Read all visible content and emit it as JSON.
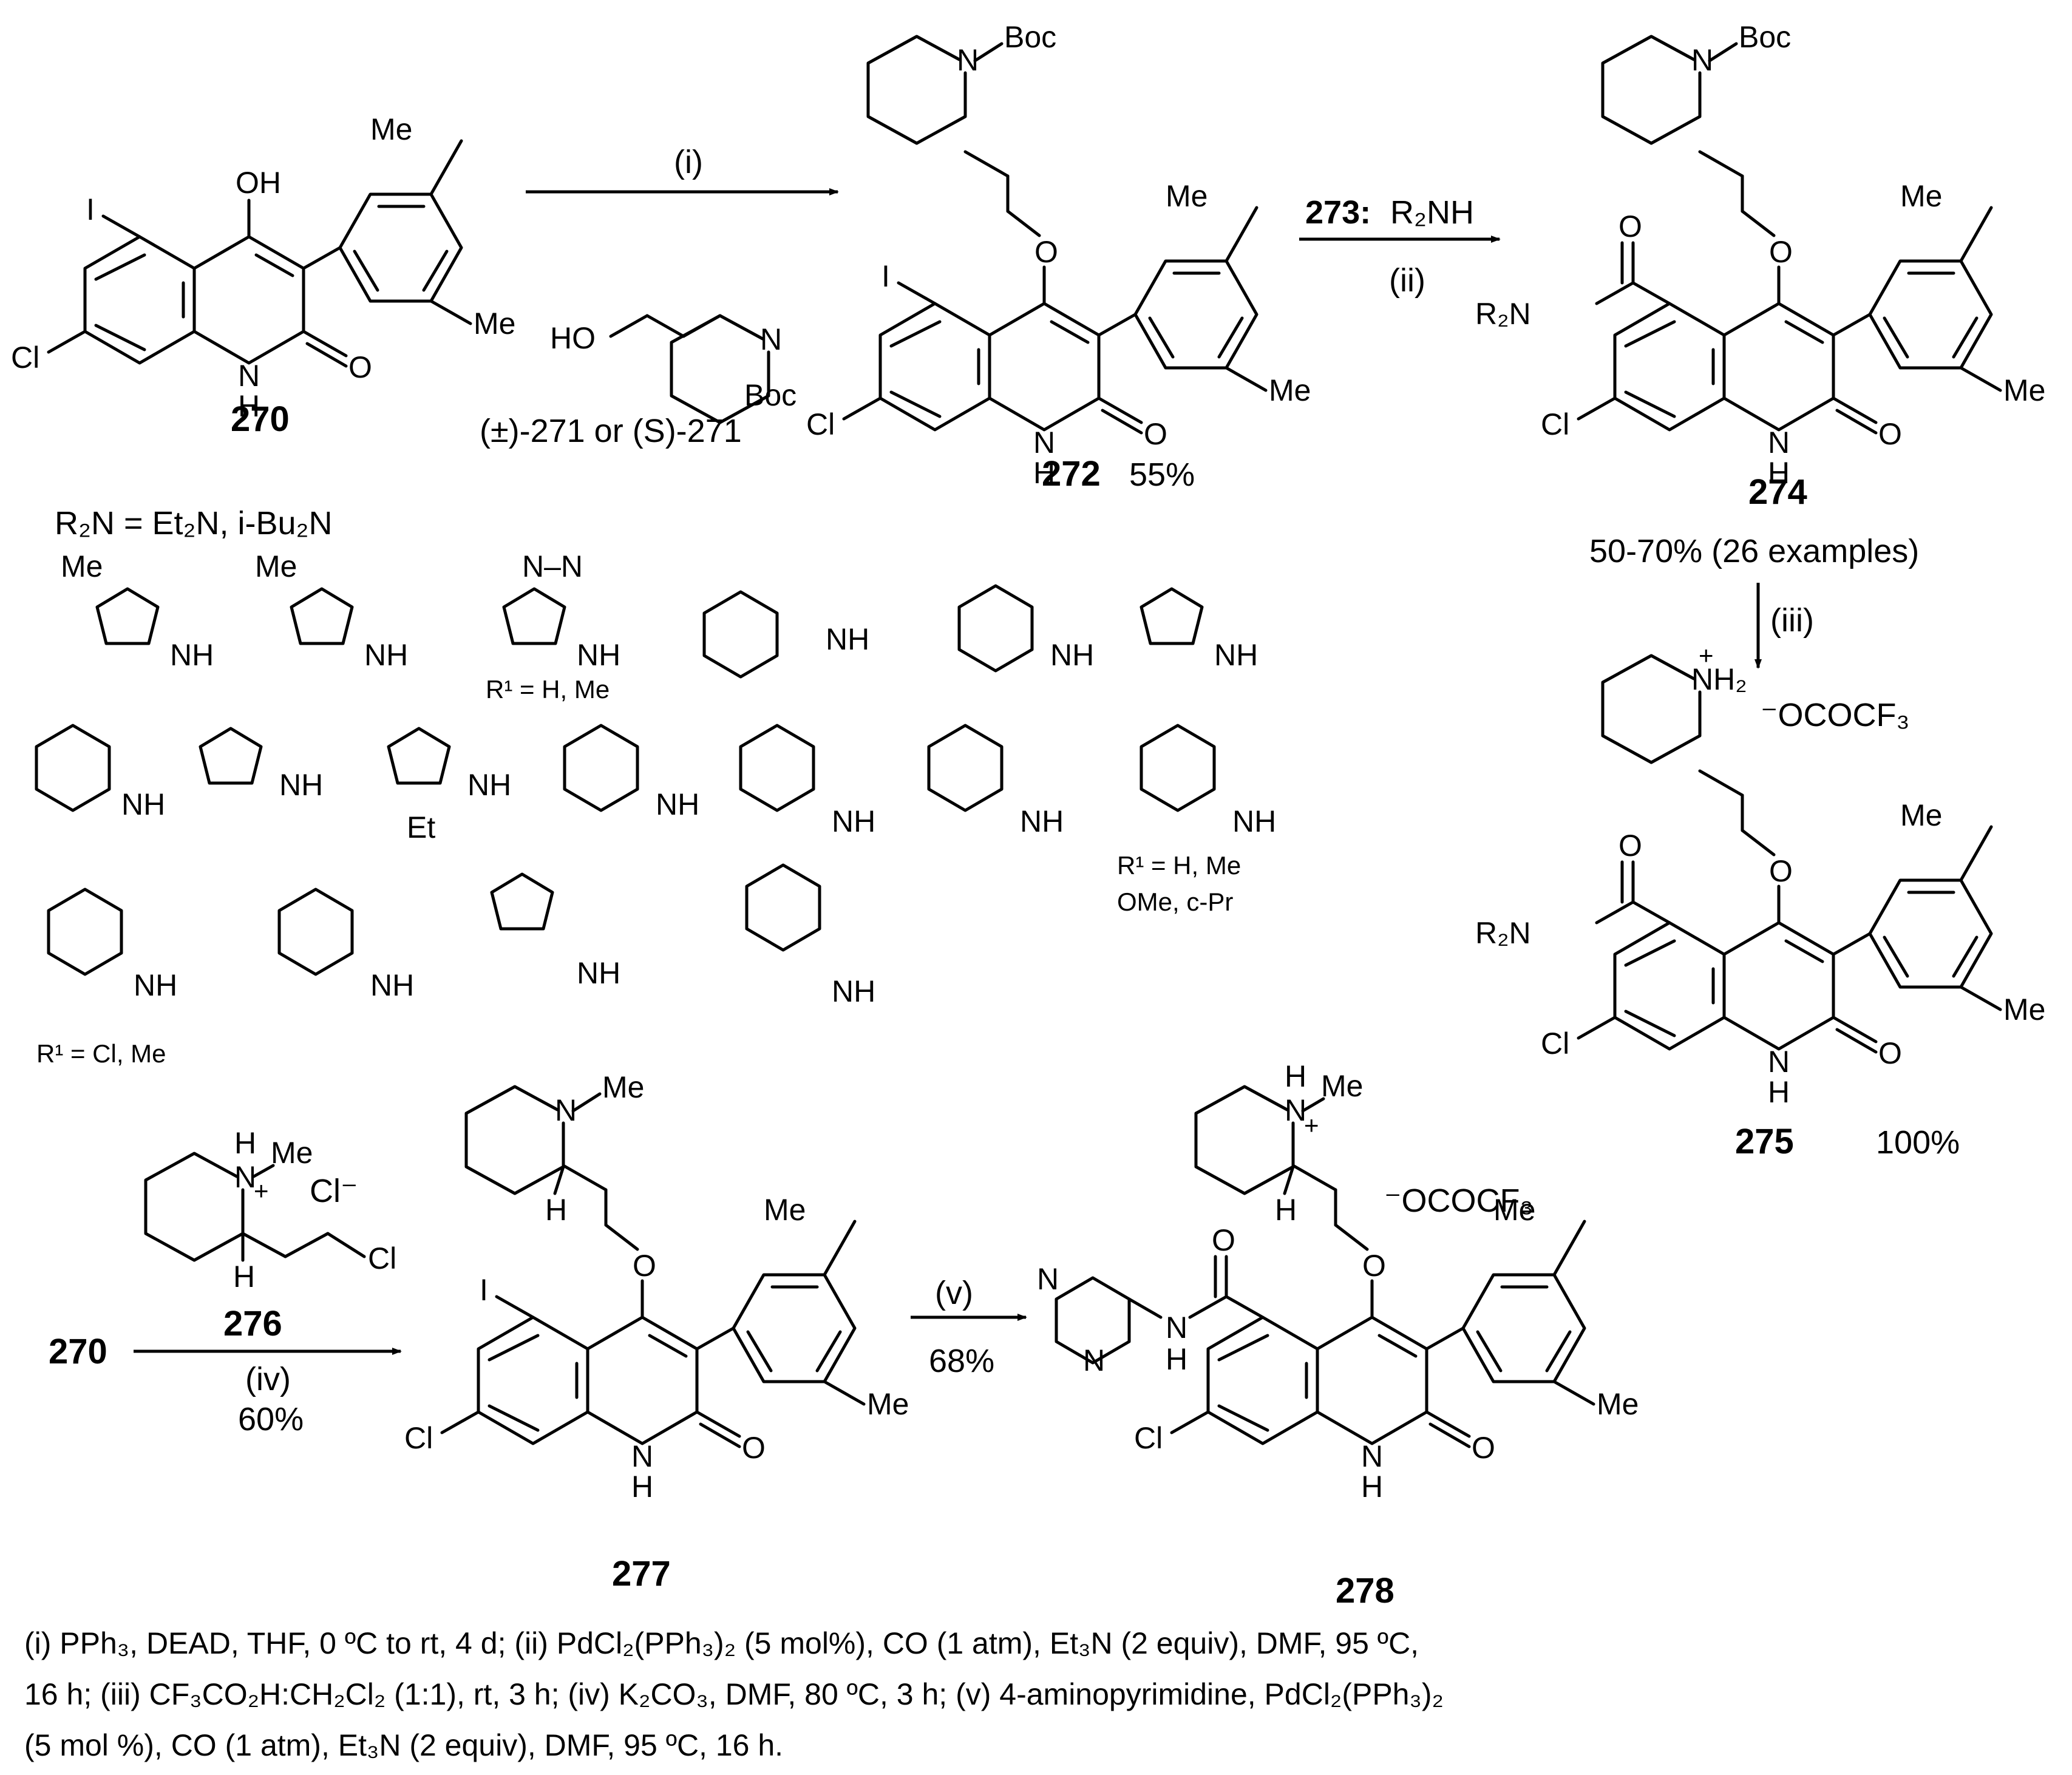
{
  "compounds": {
    "c270": "270",
    "c272": "272",
    "c274": "274",
    "c275": "275",
    "c276": "276",
    "c277": "277",
    "c278": "278",
    "c270b": "270"
  },
  "yields": {
    "y272": "55%",
    "y274": "50-70% (26 examples)",
    "y275": "100%",
    "y277": "60%",
    "y278": "68%"
  },
  "arrows": {
    "step_i": "(i)",
    "step_ii": "(ii)",
    "step_ii_reagent_bold": "273:",
    "step_ii_reagent": "R₂NH",
    "step_iii": "(iii)",
    "step_iv": "(iv)",
    "step_v": "(v)",
    "reagent_271": "(±)-271 or (S)-271"
  },
  "amines_header": "R₂N = Et₂N, i-Bu₂N",
  "substituent_notes": {
    "note1": "R¹ = H, Me",
    "note2": "R¹ = H, Me",
    "note3": "OMe, c-Pr",
    "note4": "R¹ = Cl, Me"
  },
  "counterions": {
    "tfa1": "⁻OCOCF₃",
    "tfa2": "⁻OCOCF₃",
    "chloride": "Cl⁻"
  },
  "footnote": {
    "line1": "(i) PPh₃, DEAD, THF, 0 ºC to rt, 4 d; (ii) PdCl₂(PPh₃)₂ (5 mol%), CO (1 atm), Et₃N (2 equiv), DMF, 95 ºC,",
    "line2": "16 h; (iii) CF₃CO₂H:CH₂Cl₂ (1:1), rt, 3 h; (iv) K₂CO₃, DMF, 80 ºC, 3 h; (v) 4-aminopyrimidine, PdCl₂(PPh₃)₂",
    "line3": " (5 mol %), CO (1 atm), Et₃N (2 equiv), DMF, 95 ºC, 16 h."
  }
}
